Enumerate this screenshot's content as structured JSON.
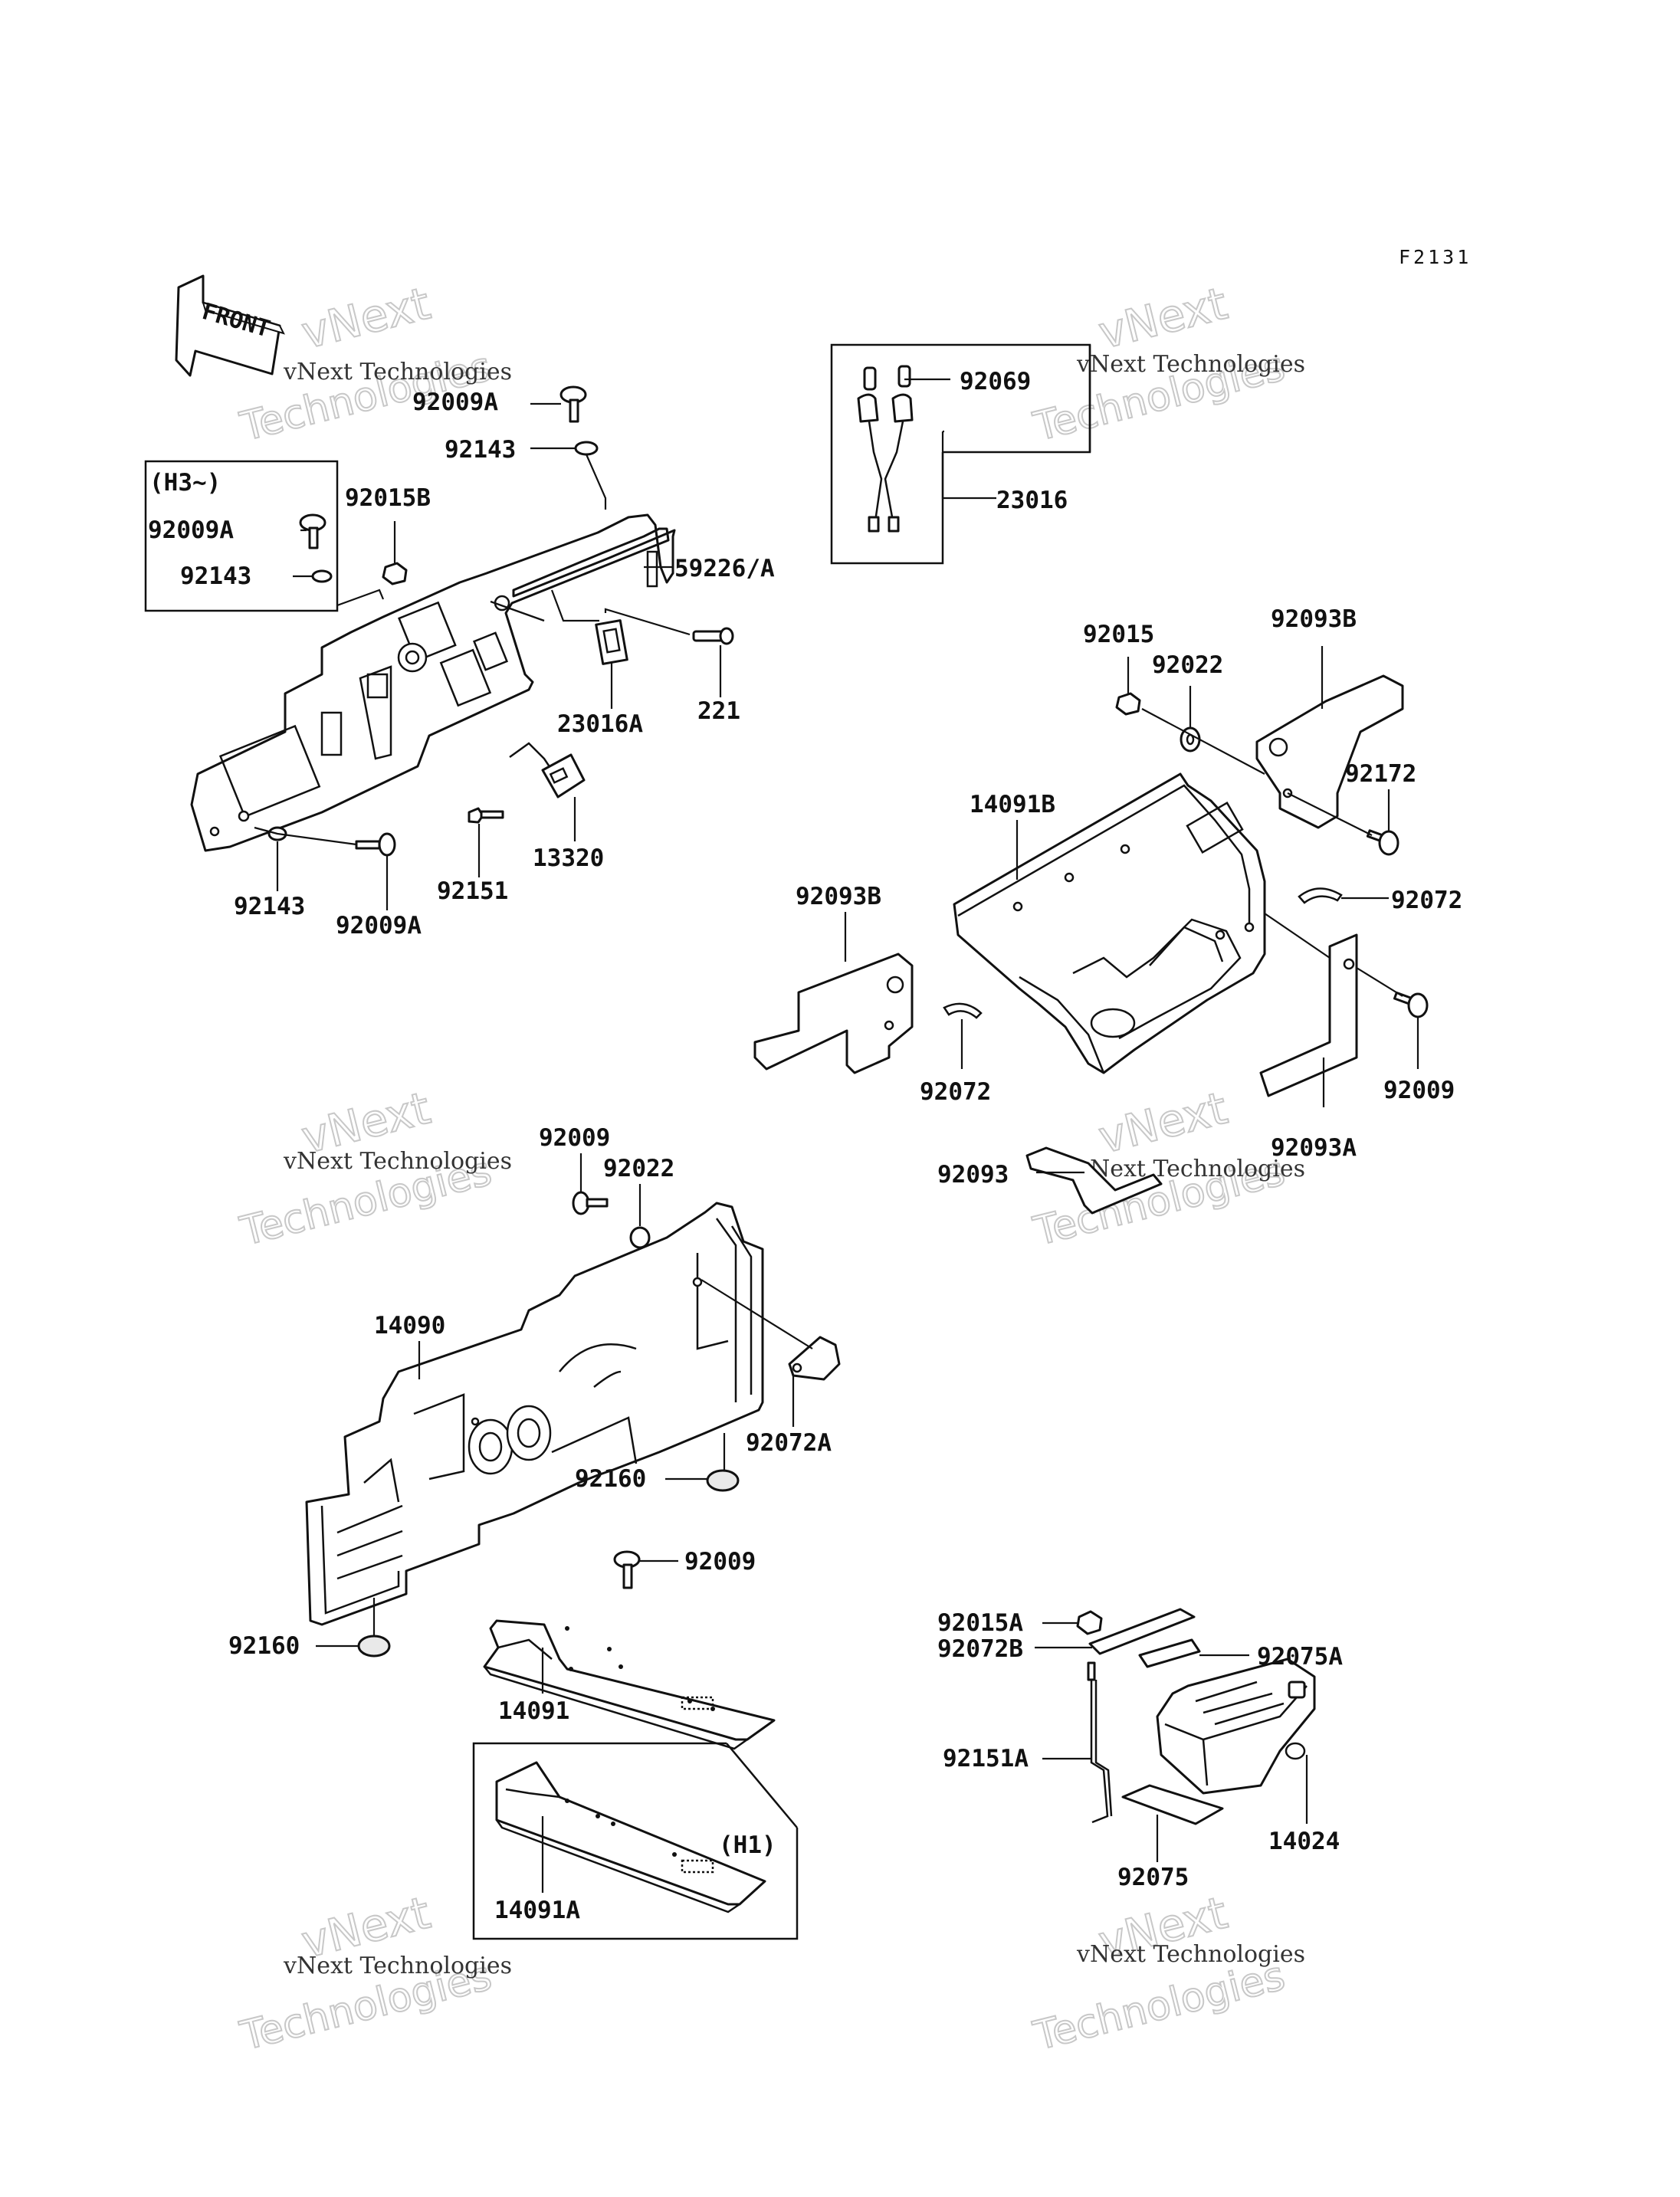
{
  "figure_code": "F2131",
  "front_label": "FRONT",
  "watermark": {
    "line1": "vNext Technologies",
    "line2": "vNext",
    "line3": "Technologies"
  },
  "callouts": {
    "c92009A_top": "92009A",
    "c92143_top": "92143",
    "cH3": "(H3~)",
    "c92009A_box": "92009A",
    "c92143_box": "92143",
    "c92015B": "92015B",
    "c59226A": "59226/A",
    "c23016A": "23016A",
    "c221": "221",
    "c13320": "13320",
    "c92151": "92151",
    "c92143_bot": "92143",
    "c92009A_bot": "92009A",
    "c92069": "92069",
    "c23016": "23016",
    "c92015": "92015",
    "c92022_r": "92022",
    "c92093B_r": "92093B",
    "c92172": "92172",
    "c14091B": "14091B",
    "c92072_r": "92072",
    "c92093B_l": "92093B",
    "c92072_l": "92072",
    "c92009_r": "92009",
    "c92093A": "92093A",
    "c92093": "92093",
    "c92009_m": "92009",
    "c92022_m": "92022",
    "c14090": "14090",
    "c92072A": "92072A",
    "c92160_a": "92160",
    "c92160_b": "92160",
    "c92009_low": "92009",
    "c14091": "14091",
    "cH1": "(H1)",
    "c14091A": "14091A",
    "c92015A": "92015A",
    "c92072B": "92072B",
    "c92075A": "92075A",
    "c92151A": "92151A",
    "c14024": "14024",
    "c92075": "92075"
  }
}
